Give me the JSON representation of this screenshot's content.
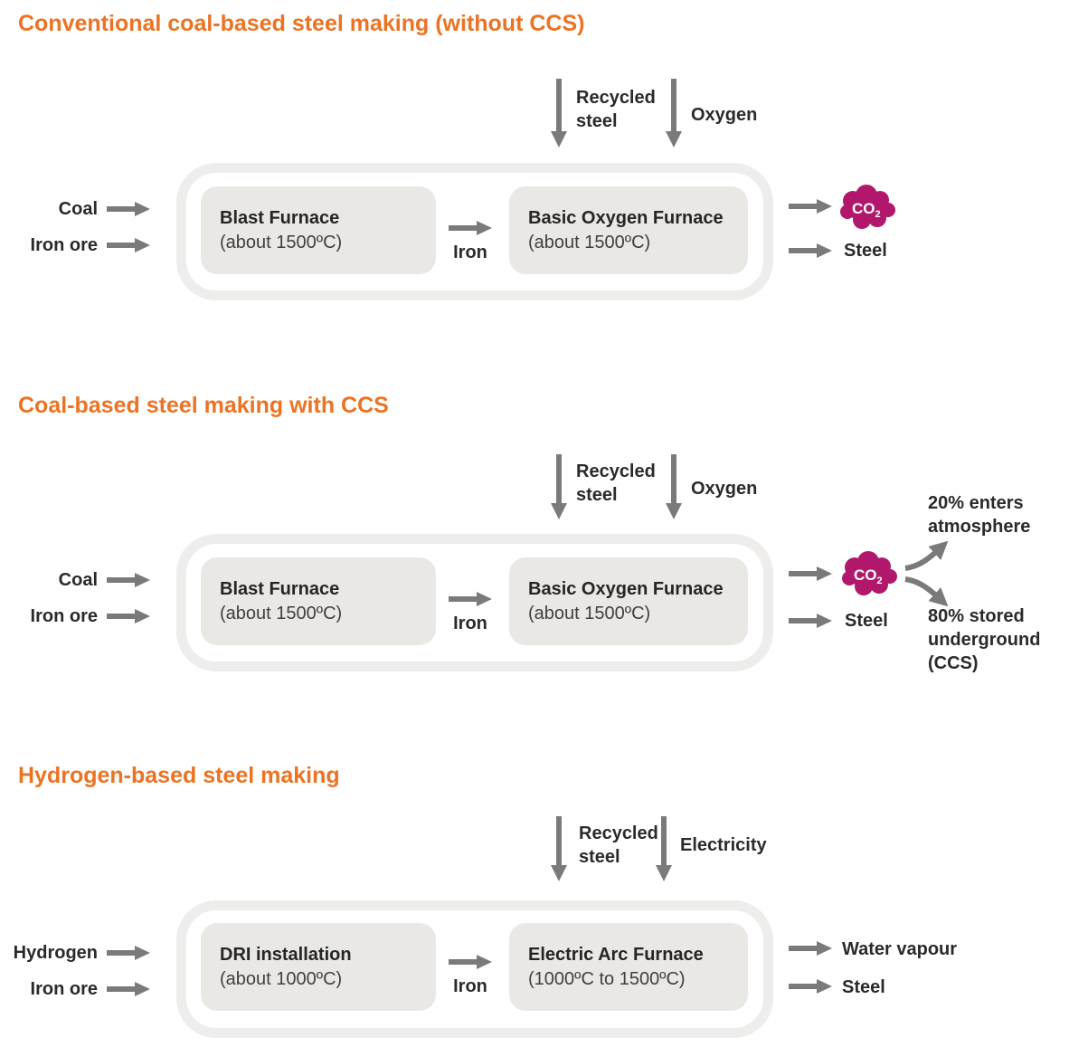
{
  "colors": {
    "accent_orange": "#ec7323",
    "arrow_gray": "#7a7a7a",
    "text_dark": "#2b2a29",
    "box_fill": "#e9e8e5",
    "container_border": "#eeedeb",
    "co2_magenta": "#b1186c"
  },
  "co2_badge": {
    "label": "CO",
    "subscript": "2"
  },
  "sections": [
    {
      "title": "Conventional coal-based steel making (without CCS)",
      "top_inputs": {
        "first": "Recycled steel",
        "second": "Oxygen"
      },
      "left_inputs": {
        "first": "Coal",
        "second": "Iron ore"
      },
      "furnace1": {
        "name": "Blast Furnace",
        "temperature": "(about 1500ºC)"
      },
      "intermediate": "Iron",
      "furnace2": {
        "name": "Basic Oxygen Furnace",
        "temperature": "(about 1500ºC)"
      },
      "outputs": {
        "steel": "Steel"
      }
    },
    {
      "title": "Coal-based steel making with CCS",
      "top_inputs": {
        "first": "Recycled steel",
        "second": "Oxygen"
      },
      "left_inputs": {
        "first": "Coal",
        "second": "Iron ore"
      },
      "furnace1": {
        "name": "Blast Furnace",
        "temperature": "(about 1500ºC)"
      },
      "intermediate": "Iron",
      "furnace2": {
        "name": "Basic Oxygen Furnace",
        "temperature": "(about 1500ºC)"
      },
      "outputs": {
        "steel": "Steel"
      },
      "co2_split": {
        "atmosphere": "20% enters atmosphere",
        "stored": "80% stored underground (CCS)"
      }
    },
    {
      "title": "Hydrogen-based steel making",
      "top_inputs": {
        "first": "Recycled steel",
        "second": "Electricity"
      },
      "left_inputs": {
        "first": "Hydrogen",
        "second": "Iron ore"
      },
      "furnace1": {
        "name": "DRI installation",
        "temperature": "(about 1000ºC)"
      },
      "intermediate": "Iron",
      "furnace2": {
        "name": "Electric Arc Furnace",
        "temperature": "(1000ºC to 1500ºC)"
      },
      "outputs": {
        "water_vapour": "Water vapour",
        "steel": "Steel"
      }
    }
  ]
}
